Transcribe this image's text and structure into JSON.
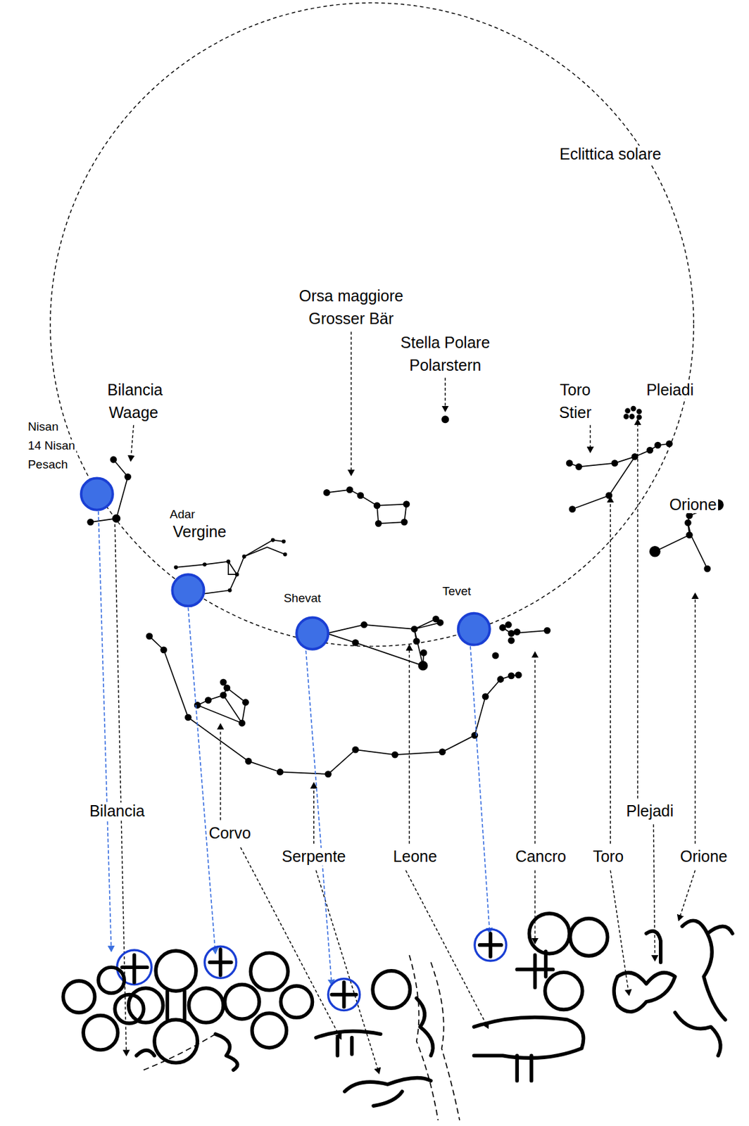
{
  "diagram": {
    "labels": [
      "Eclittica solare",
      "Orsa maggiore",
      "Grosser Bär",
      "Stella Polare",
      "Polarstern",
      "Bilancia",
      "Waage",
      "Toro",
      "Stier",
      "Pleiadi",
      "Nisan",
      "14 Nisan",
      "Pesach",
      "Orione",
      "Adar",
      "Vergine",
      "Shevat",
      "Tevet",
      "Bilancia",
      "Plejadi",
      "Corvo",
      "Serpente",
      "Leone",
      "Cancro",
      "Toro",
      "Orione"
    ]
  }
}
